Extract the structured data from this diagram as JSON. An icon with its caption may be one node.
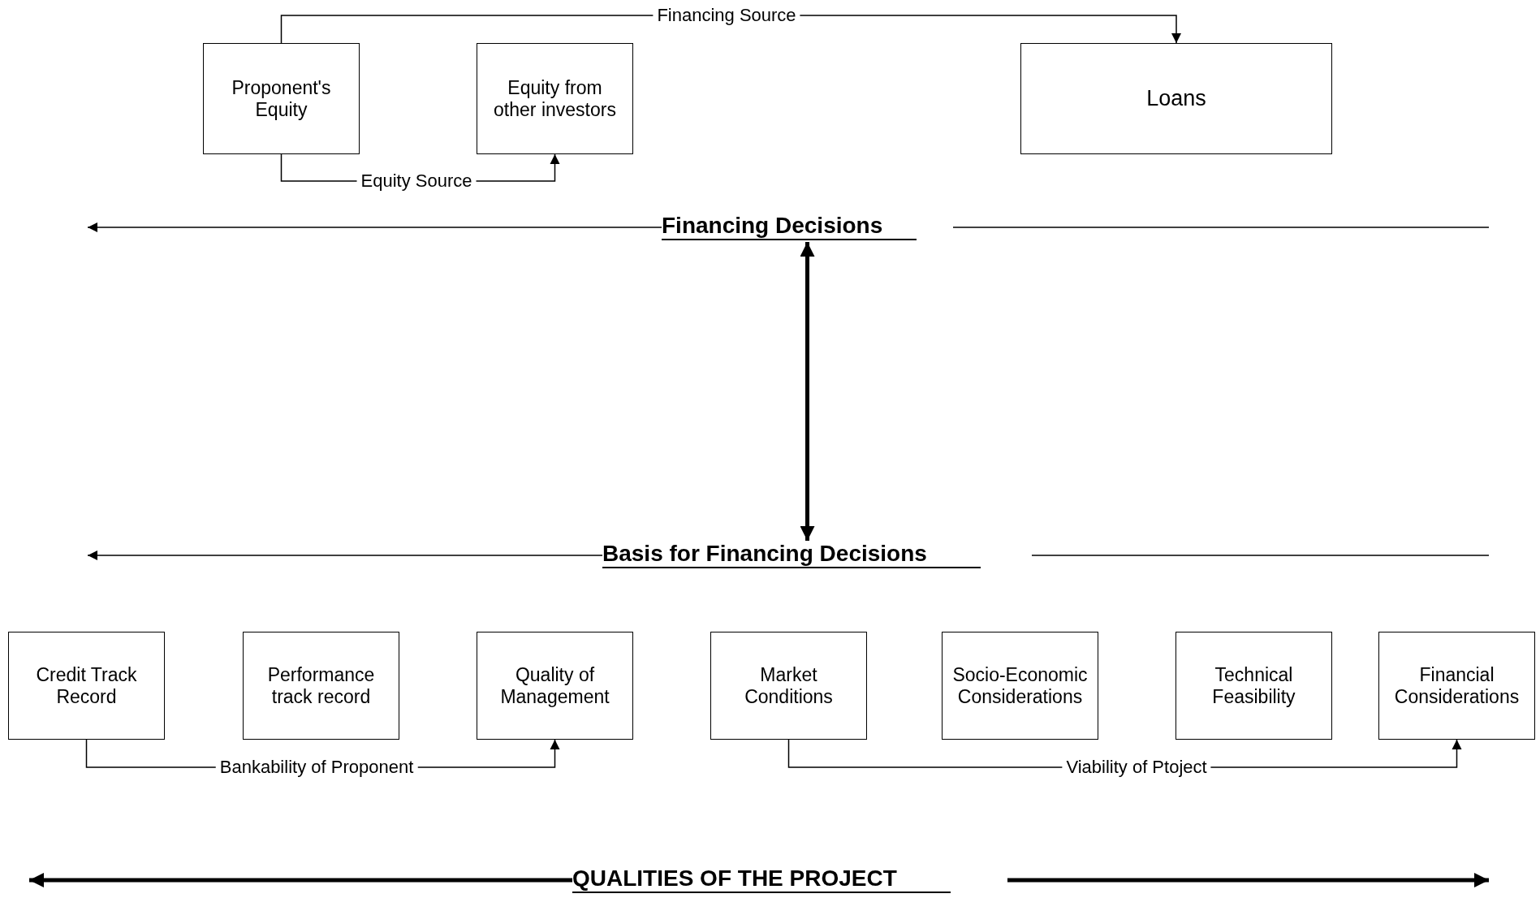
{
  "diagram": {
    "nodes": [
      {
        "text": [
          "Proponent's Equity"
        ]
      },
      {
        "text": [
          "Equity from other investors"
        ]
      },
      {
        "text": [
          "Loans"
        ]
      },
      {
        "text": [
          "Financing Decisions"
        ]
      },
      {
        "text": [
          "Basis for Financing Decisions"
        ]
      },
      {
        "text": [
          "Credit Track Record"
        ]
      },
      {
        "text": [
          "Performance track record"
        ]
      },
      {
        "text": [
          "Quality of Management"
        ]
      },
      {
        "text": [
          "Market Conditions"
        ]
      },
      {
        "text": [
          "Socio-Economic Considerations"
        ]
      },
      {
        "text": [
          "Technical Feasibility"
        ]
      },
      {
        "text": [
          "Financial Considerations"
        ]
      },
      {
        "text": [
          "QUALITIES OF THE PROJECT"
        ]
      }
    ],
    "edges": [
      {
        "from": 0,
        "to": 2,
        "arrow": "to",
        "label": "Financing Source"
      },
      {
        "from": 0,
        "to": 1,
        "arrow": "to",
        "label": "Equity Source"
      },
      {
        "from": 3,
        "to": null,
        "arrow": "to"
      },
      {
        "from": 3,
        "to": null,
        "arrow": "none"
      },
      {
        "from": 3,
        "to": 4,
        "arrow": "both",
        "style": "thick"
      },
      {
        "from": 4,
        "to": null,
        "arrow": "to"
      },
      {
        "from": 4,
        "to": null,
        "arrow": "none"
      },
      {
        "from": 5,
        "to": 7,
        "arrow": "to",
        "label": "Bankability of Proponent"
      },
      {
        "from": 8,
        "to": 11,
        "arrow": "to",
        "label": "Viability of Ptoject"
      },
      {
        "from": 12,
        "to": null,
        "arrow": "to",
        "style": "thick"
      },
      {
        "from": 12,
        "to": null,
        "arrow": "to",
        "style": "thick"
      }
    ]
  }
}
